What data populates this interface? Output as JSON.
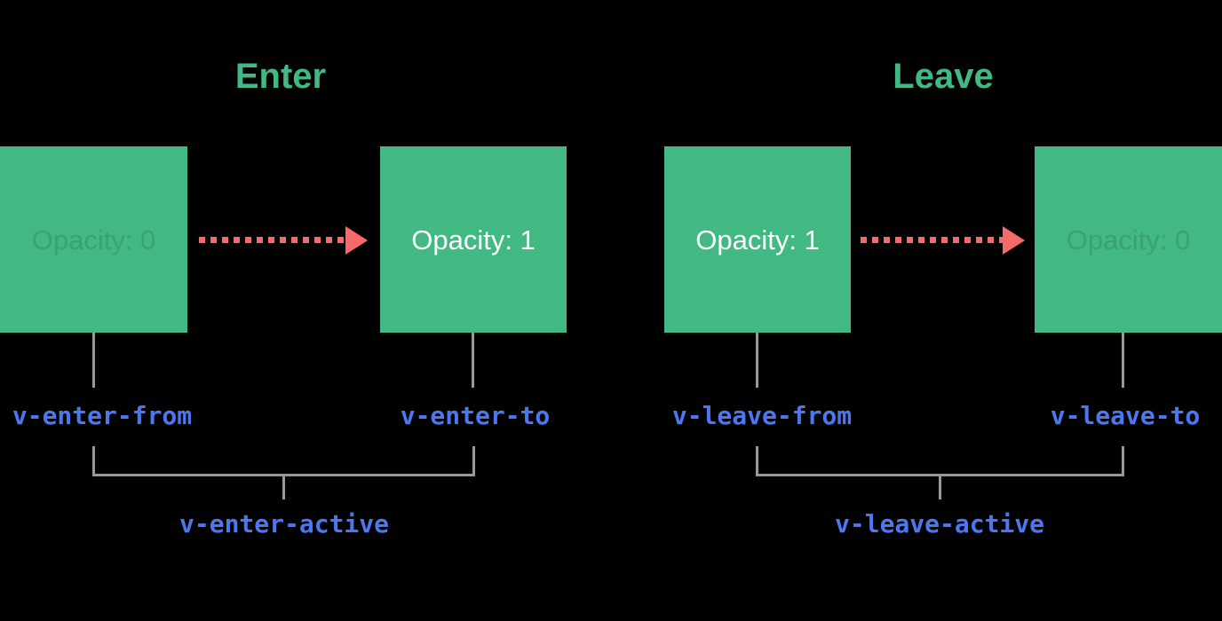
{
  "diagram": {
    "enter": {
      "title": "Enter",
      "from_box_text": "Opacity: 0",
      "to_box_text": "Opacity: 1",
      "labels": {
        "from": "v-enter-from",
        "to": "v-enter-to",
        "active": "v-enter-active"
      }
    },
    "leave": {
      "title": "Leave",
      "from_box_text": "Opacity: 1",
      "to_box_text": "Opacity: 0",
      "labels": {
        "from": "v-leave-from",
        "to": "v-leave-to",
        "active": "v-leave-active"
      }
    },
    "colors": {
      "background": "#000000",
      "box_green": "#42b883",
      "title_green": "#42b883",
      "arrow_red": "#f76a6a",
      "label_blue": "#4b78f0",
      "connector_gray": "#999999",
      "box_text_white": "#ffffff"
    }
  }
}
